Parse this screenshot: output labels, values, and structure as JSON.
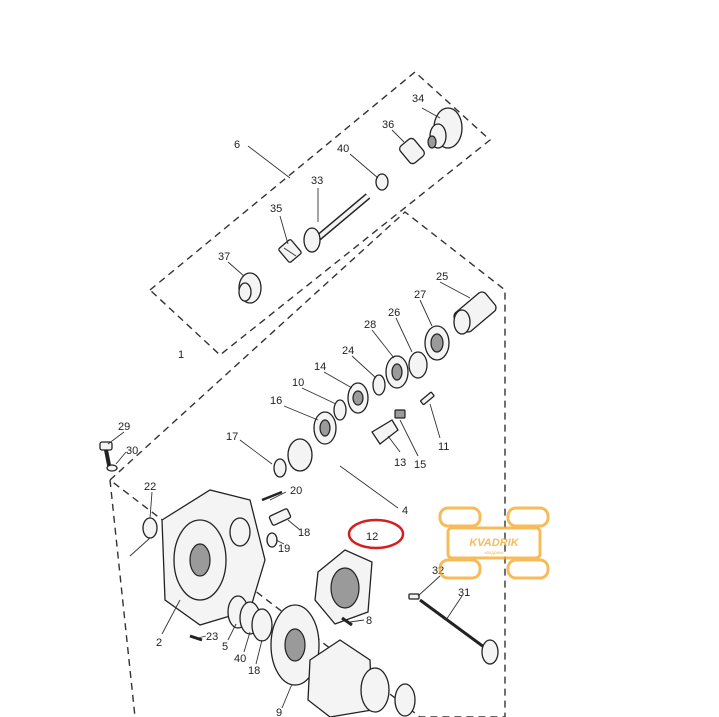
{
  "diagram": {
    "callouts": [
      {
        "id": "34",
        "text": "34"
      },
      {
        "id": "36",
        "text": "36"
      },
      {
        "id": "6",
        "text": "6"
      },
      {
        "id": "40a",
        "text": "40"
      },
      {
        "id": "33",
        "text": "33"
      },
      {
        "id": "35",
        "text": "35"
      },
      {
        "id": "37",
        "text": "37"
      },
      {
        "id": "25",
        "text": "25"
      },
      {
        "id": "27",
        "text": "27"
      },
      {
        "id": "26",
        "text": "26"
      },
      {
        "id": "28",
        "text": "28"
      },
      {
        "id": "1",
        "text": "1"
      },
      {
        "id": "24",
        "text": "24"
      },
      {
        "id": "14",
        "text": "14"
      },
      {
        "id": "10",
        "text": "10"
      },
      {
        "id": "16",
        "text": "16"
      },
      {
        "id": "11",
        "text": "11"
      },
      {
        "id": "29",
        "text": "29"
      },
      {
        "id": "30",
        "text": "30"
      },
      {
        "id": "17",
        "text": "17"
      },
      {
        "id": "13",
        "text": "13"
      },
      {
        "id": "15",
        "text": "15"
      },
      {
        "id": "22",
        "text": "22"
      },
      {
        "id": "20",
        "text": "20"
      },
      {
        "id": "4",
        "text": "4"
      },
      {
        "id": "12",
        "text": "12"
      },
      {
        "id": "18",
        "text": "18"
      },
      {
        "id": "19",
        "text": "19"
      },
      {
        "id": "32",
        "text": "32"
      },
      {
        "id": "31",
        "text": "31"
      },
      {
        "id": "2",
        "text": "2"
      },
      {
        "id": "8",
        "text": "8"
      },
      {
        "id": "23",
        "text": "23"
      },
      {
        "id": "5",
        "text": "5"
      },
      {
        "id": "40b",
        "text": "40"
      },
      {
        "id": "18b",
        "text": "18"
      },
      {
        "id": "9",
        "text": "9"
      }
    ],
    "highlight": {
      "target": "12",
      "color": "#d42020"
    }
  },
  "logo": {
    "brand": "KVADRIK",
    "tagline": "квадрики",
    "accent_color": "#f5a623"
  }
}
